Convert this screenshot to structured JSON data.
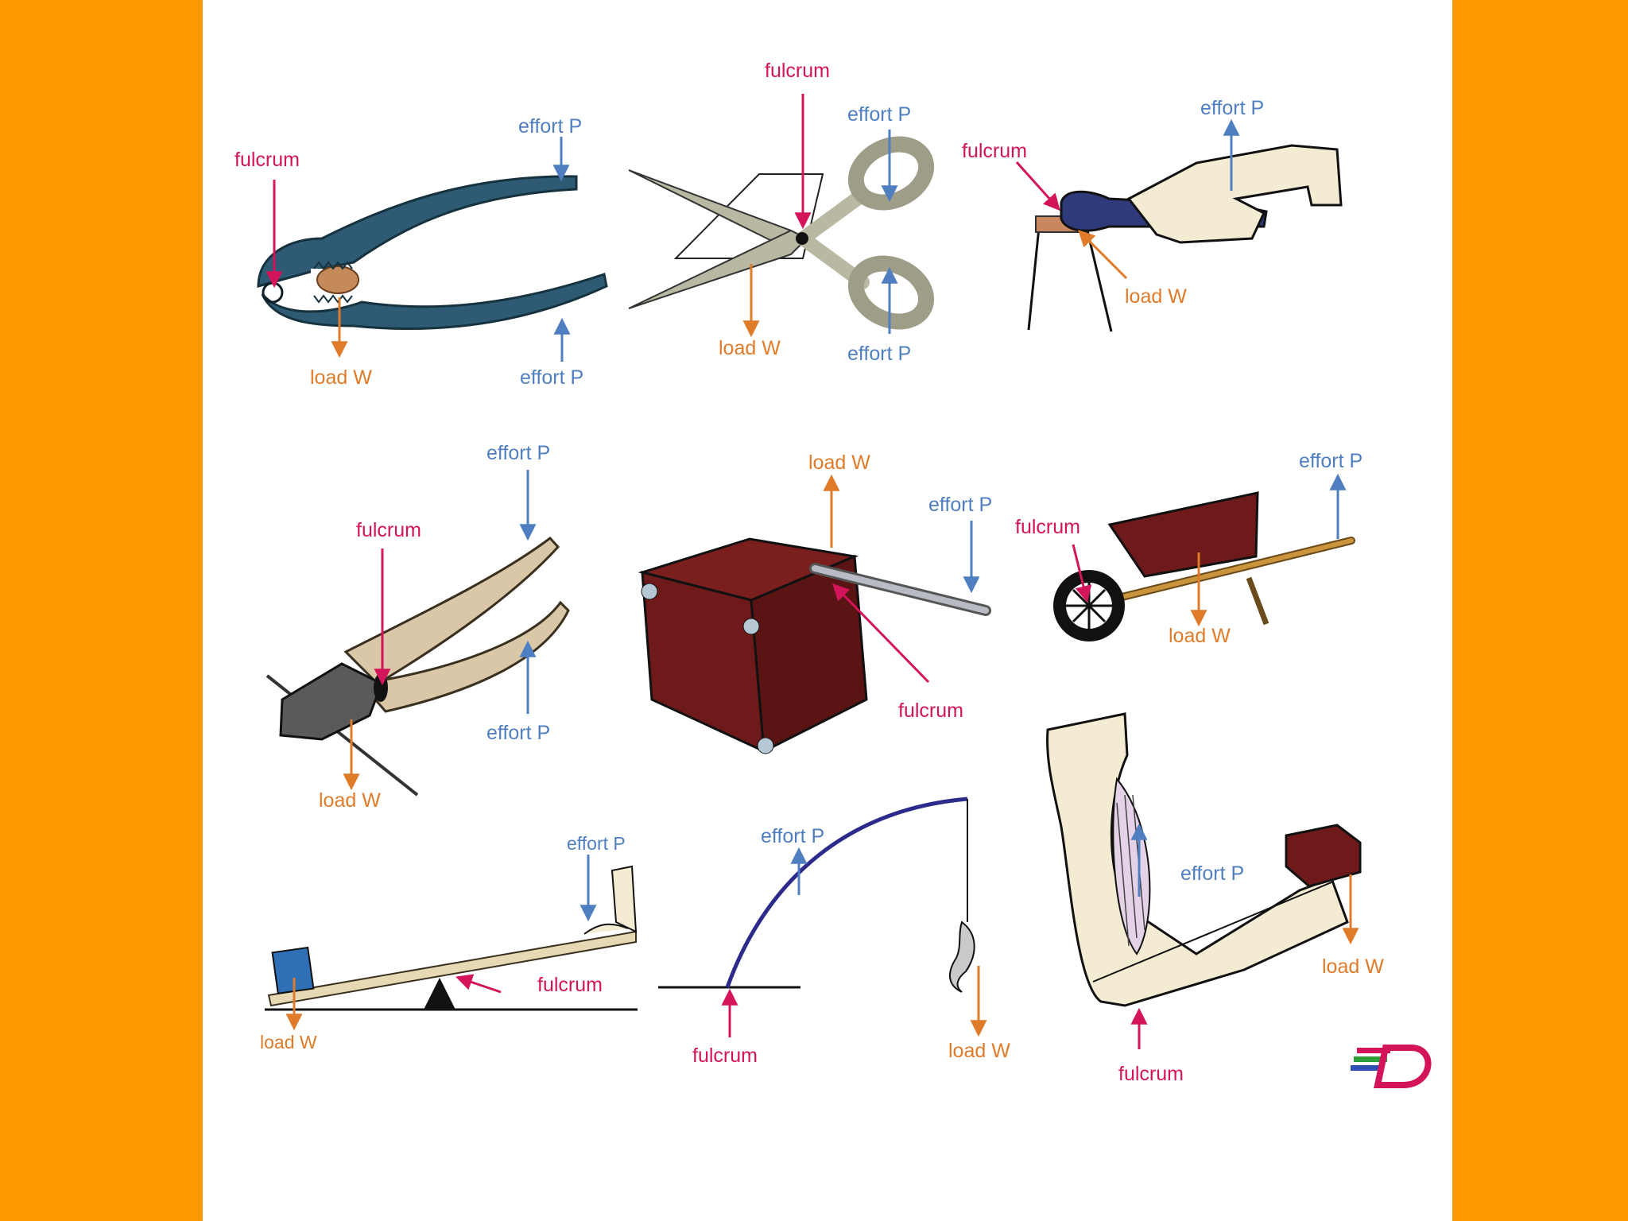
{
  "labels": {
    "fulcrum": "fulcrum",
    "effort": "effort P",
    "load": "load W"
  },
  "colors": {
    "page_background": "#FF9900",
    "panel": "#FFFFFF",
    "fulcrum_arrow": "#D4145A",
    "effort_arrow": "#4F7FC1",
    "load_arrow": "#E07B2A",
    "tool_steel": "#2E5A73",
    "tool_tan": "#D9C7A7",
    "box_maroon": "#6E1A1A"
  },
  "examples": [
    {
      "name": "nutcracker",
      "icon": "nutcracker-icon"
    },
    {
      "name": "scissors",
      "icon": "scissors-icon"
    },
    {
      "name": "bottle opener",
      "icon": "bottle-opener-icon"
    },
    {
      "name": "pliers",
      "icon": "pliers-icon"
    },
    {
      "name": "crowbar on box",
      "icon": "crowbar-box-icon"
    },
    {
      "name": "wheelbarrow",
      "icon": "wheelbarrow-icon"
    },
    {
      "name": "see-saw lever",
      "icon": "seesaw-icon"
    },
    {
      "name": "fishing rod",
      "icon": "fishing-rod-icon"
    },
    {
      "name": "forearm",
      "icon": "forearm-icon"
    }
  ],
  "logo": {
    "text": "ED",
    "icon": "ed-logo-icon"
  }
}
